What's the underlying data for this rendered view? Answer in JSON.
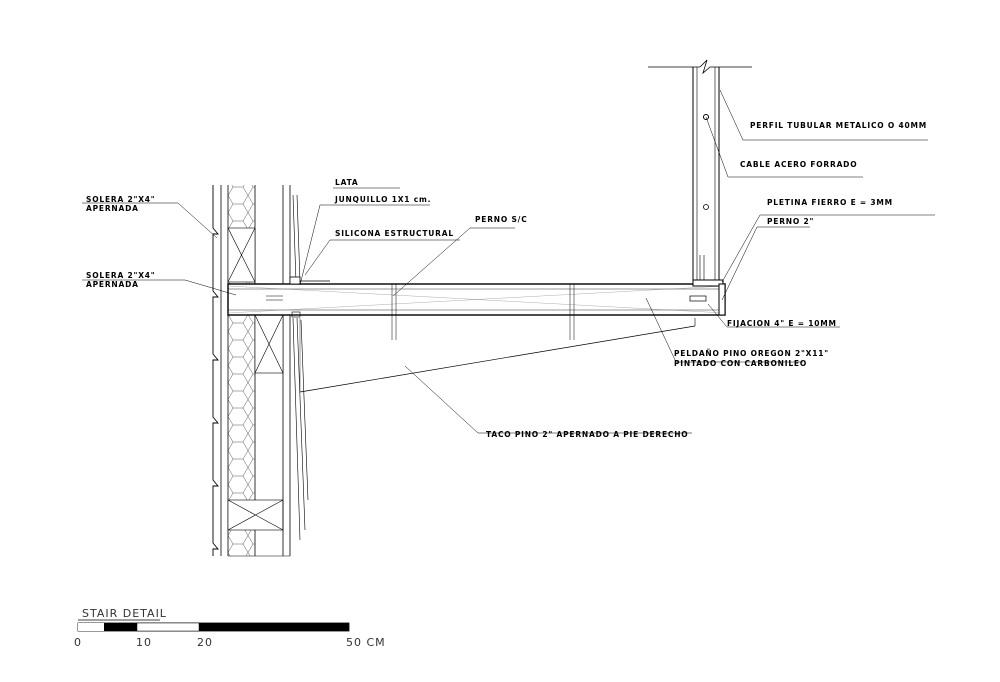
{
  "labels": {
    "lata": "LATA",
    "junquillo": "JUNQUILLO 1X1 cm.",
    "silicona": "SILICONA ESTRUCTURAL",
    "perno_sc": "PERNO S/C",
    "solera1_a": "SOLERA 2\"X4\"",
    "solera1_b": "APERNADA",
    "solera2_a": "SOLERA 2\"X4\"",
    "solera2_b": "APERNADA",
    "perfil": "PERFIL TUBULAR METALICO O 40MM",
    "cable": "CABLE ACERO FORRADO",
    "pletina": "PLETINA FIERRO E = 3MM",
    "perno2": "PERNO 2\"",
    "fijacion": "FIJACION 4\" E = 10MM",
    "peldano_a": "PELDAÑO PINO OREGON 2\"X11\"",
    "peldano_b": "PINTADO CON CARBONILEO",
    "taco": "TACO PINO 2\" APERNADO A PIE DERECHO"
  },
  "scale": {
    "title": "STAIR DETAIL",
    "ticks": [
      "0",
      "10",
      "20",
      "50 CM"
    ]
  }
}
